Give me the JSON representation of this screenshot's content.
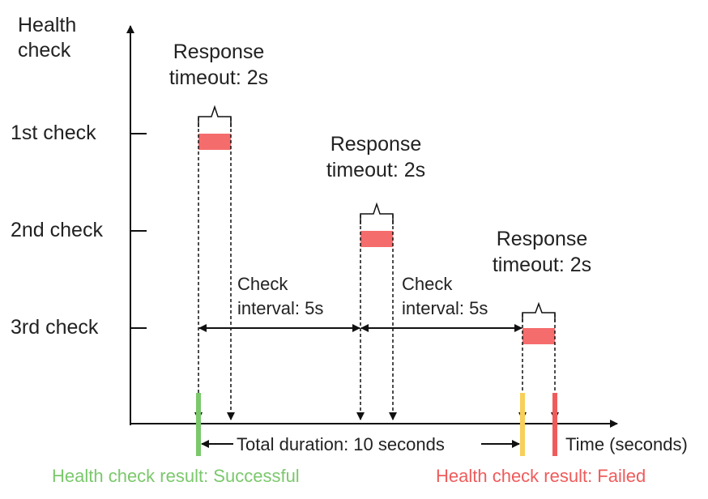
{
  "colors": {
    "axis": "#111111",
    "bar": "#f56c6c",
    "success": "#7bc86c",
    "warning": "#f7cf5a",
    "failed": "#ef5b5b",
    "text": "#222222"
  },
  "axes": {
    "y_label": "Health\ncheck",
    "x_label": "Time (seconds)",
    "checks": [
      "1st check",
      "2nd check",
      "3rd check"
    ]
  },
  "annotations": {
    "response_timeout": "Response\ntimeout: 2s",
    "check_interval": "Check\ninterval: 5s",
    "total_duration": "Total duration: 10 seconds"
  },
  "results": {
    "successful": "Health check result: Successful",
    "failed": "Health check result: Failed"
  }
}
